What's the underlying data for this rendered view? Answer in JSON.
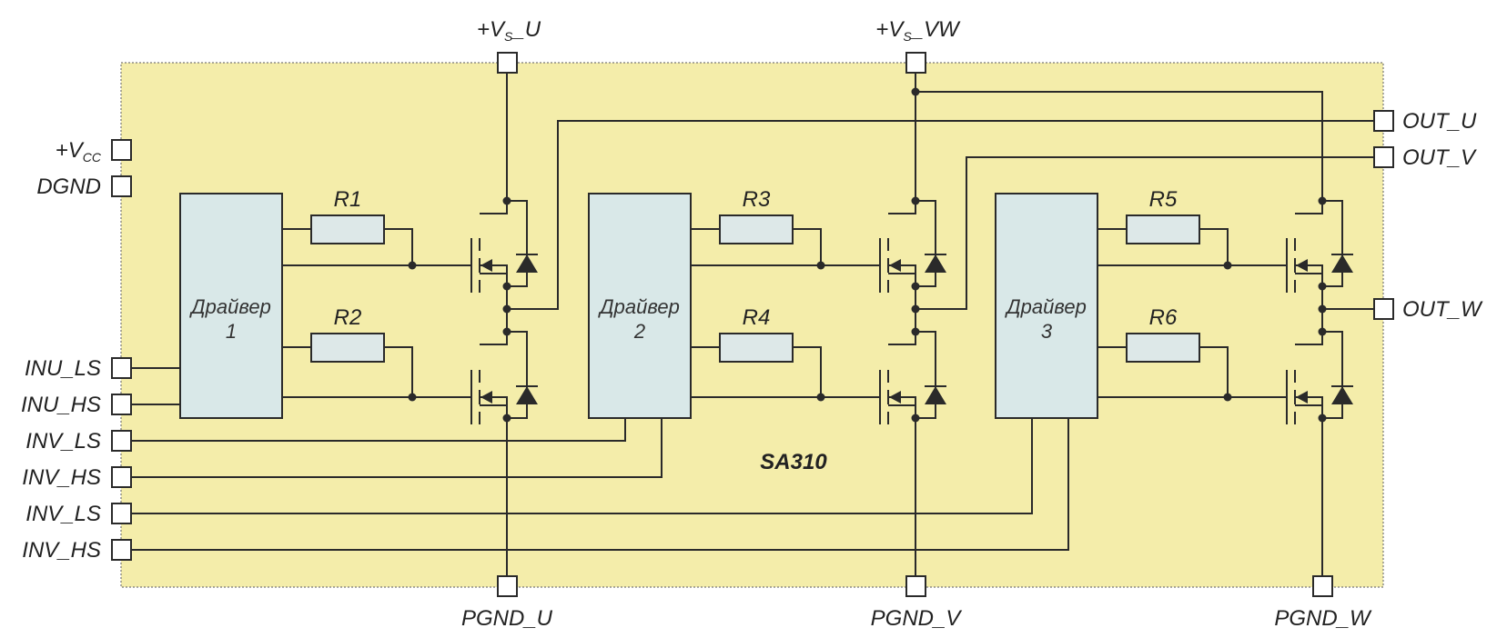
{
  "chip": {
    "name": "SA310",
    "colors": {
      "body": "#f4edaa",
      "driver_fill": "#d9e8e8",
      "resistor_fill": "#dde8e8",
      "wire": "#2a2a2a",
      "pin_fill": "#ffffff"
    }
  },
  "top_pins": [
    {
      "id": "vs-u",
      "prefix": "+V",
      "sub": "S",
      "suffix": "_U"
    },
    {
      "id": "vs-vw",
      "prefix": "+V",
      "sub": "S",
      "suffix": "_VW"
    }
  ],
  "left_pins": [
    {
      "id": "vcc",
      "prefix": "+V",
      "sub": "CC",
      "suffix": ""
    },
    {
      "id": "dgnd",
      "label": "DGND"
    },
    {
      "id": "inu-ls",
      "label": "INU_LS"
    },
    {
      "id": "inu-hs",
      "label": "INU_HS"
    },
    {
      "id": "inv-ls-1",
      "label": "INV_LS"
    },
    {
      "id": "inv-hs-1",
      "label": "INV_HS"
    },
    {
      "id": "inv-ls-2",
      "label": "INV_LS"
    },
    {
      "id": "inv-hs-2",
      "label": "INV_HS"
    }
  ],
  "right_pins": [
    {
      "id": "out-u",
      "label": "OUT_U"
    },
    {
      "id": "out-v",
      "label": "OUT_V"
    },
    {
      "id": "out-w",
      "label": "OUT_W"
    }
  ],
  "bottom_pins": [
    {
      "id": "pgnd-u",
      "label": "PGND_U"
    },
    {
      "id": "pgnd-v",
      "label": "PGND_V"
    },
    {
      "id": "pgnd-w",
      "label": "PGND_W"
    }
  ],
  "drivers": [
    {
      "id": "driver-1",
      "line1": "Драйвер",
      "line2": "1",
      "r_top": "R1",
      "r_bottom": "R2"
    },
    {
      "id": "driver-2",
      "line1": "Драйвер",
      "line2": "2",
      "r_top": "R3",
      "r_bottom": "R4"
    },
    {
      "id": "driver-3",
      "line1": "Драйвер",
      "line2": "3",
      "r_top": "R5",
      "r_bottom": "R6"
    }
  ]
}
